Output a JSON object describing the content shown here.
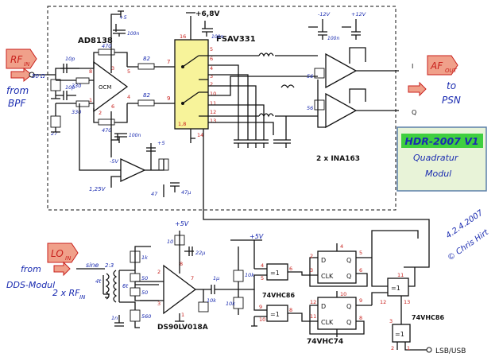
{
  "title_box": {
    "title": "HDR-2007 V1",
    "line1": "Quadratur",
    "line2": "Modul",
    "accent": "#3fcf3f",
    "box": "#e8f3d8"
  },
  "io": {
    "rf_in": "RF",
    "rf_in_sub": "IN",
    "from_bpf_1": "from",
    "from_bpf_2": "BPF",
    "af_out": "AF",
    "af_out_sub": "OUT",
    "to_psn_1": "to",
    "to_psn_2": "PSN",
    "lo_in": "LO",
    "lo_in_sub": "IN",
    "from_dds_1": "from",
    "from_dds_2": "DDS-Modul",
    "two_rf": "2 x RF",
    "two_rf_sub": "IN",
    "sine": "sine",
    "lsb_usb": "LSB/USB",
    "out_i": "I",
    "out_q": "Q",
    "flag_color": "#f0a08a",
    "chip_color": "#f7f39a"
  },
  "parts": {
    "ad8138": "AD8138",
    "fsav": "FSAV331",
    "ina": "2 x INA163",
    "ds90": "DS90LV018A",
    "hc86_a": "74VHC86",
    "hc86_b": "74VHC86",
    "hc74": "74VHC74",
    "ocm": "OCM",
    "clk1": "CLK",
    "clk2": "CLK",
    "d1": "D",
    "d2": "D",
    "q1": "Q",
    "q2": "Q",
    "qb1": "Q",
    "qb2": "Q"
  },
  "rails": {
    "p5_a": "+5",
    "p5_b": "+5",
    "p5_c": "+5V",
    "p5_d": "+5V",
    "m5": "-5V",
    "v68": "+6,8V",
    "m12": "-12V",
    "p12": "+12V",
    "v125": "1,25V"
  },
  "values": {
    "r50": "50 Ω",
    "c1": "10p",
    "r_330a": "330",
    "r_330b": "330",
    "c2": "10p",
    "r_27": "27",
    "r_470a": "470",
    "r_470b": "470",
    "r_82a": "82",
    "r_82b": "82",
    "c_100n_a": "100n",
    "c_100n_b": "100n",
    "c_100n_c": "100n",
    "c_100n_d": "100n",
    "r_56a": "56",
    "r_56b": "56",
    "r_47": "47",
    "c_47u": "47µ",
    "tr_ratio": "2:3",
    "tr_a": "4t",
    "tr_b": "6t",
    "r_1k": "1k",
    "r_50a": "50",
    "r_50b": "50",
    "r_560": "560",
    "c_1n": "1n",
    "c_1u": "1µ",
    "r_10k_a": "10k",
    "r_10k_b": "10k",
    "r_10k_c": "10k",
    "c_22u": "22µ",
    "r_10_in": "10"
  },
  "pins": {
    "fsav_7": "7",
    "fsav_9": "9",
    "fsav_5": "5",
    "fsav_6": "6",
    "fsav_4": "4",
    "fsav_3": "3",
    "fsav_2": "2",
    "fsav_10": "10",
    "fsav_11": "11",
    "fsav_12": "12",
    "fsav_13": "13",
    "fsav_14": "14",
    "fsav_16": "16",
    "fsav_18": "1,8",
    "ad_1": "1",
    "ad_2": "2",
    "ad_3": "3",
    "ad_5": "5",
    "ad_6": "6",
    "ad_8": "8",
    "ad_4": "4",
    "xa_4": "4",
    "xa_5": "5",
    "xa_6": "6",
    "xb_9": "9",
    "xb_10": "10",
    "xb_8": "8",
    "ff_2": "2",
    "ff_3": "3",
    "ff_4": "4",
    "ff_5": "5",
    "ff_6": "6",
    "ff_12": "12",
    "ff_11": "11",
    "ff_10": "10",
    "ff_9": "9",
    "ff_8": "8",
    "xc_11": "11",
    "xc_12": "12",
    "xc_13": "13",
    "xd_1": "1",
    "xd_2": "2",
    "xd_3": "3",
    "ds_1": "1",
    "ds_2": "2",
    "ds_3": "3",
    "ds_7": "7",
    "ds_8": "8"
  },
  "signature": {
    "date": "4.2.4.2007",
    "name": "© Chris Hirt"
  }
}
